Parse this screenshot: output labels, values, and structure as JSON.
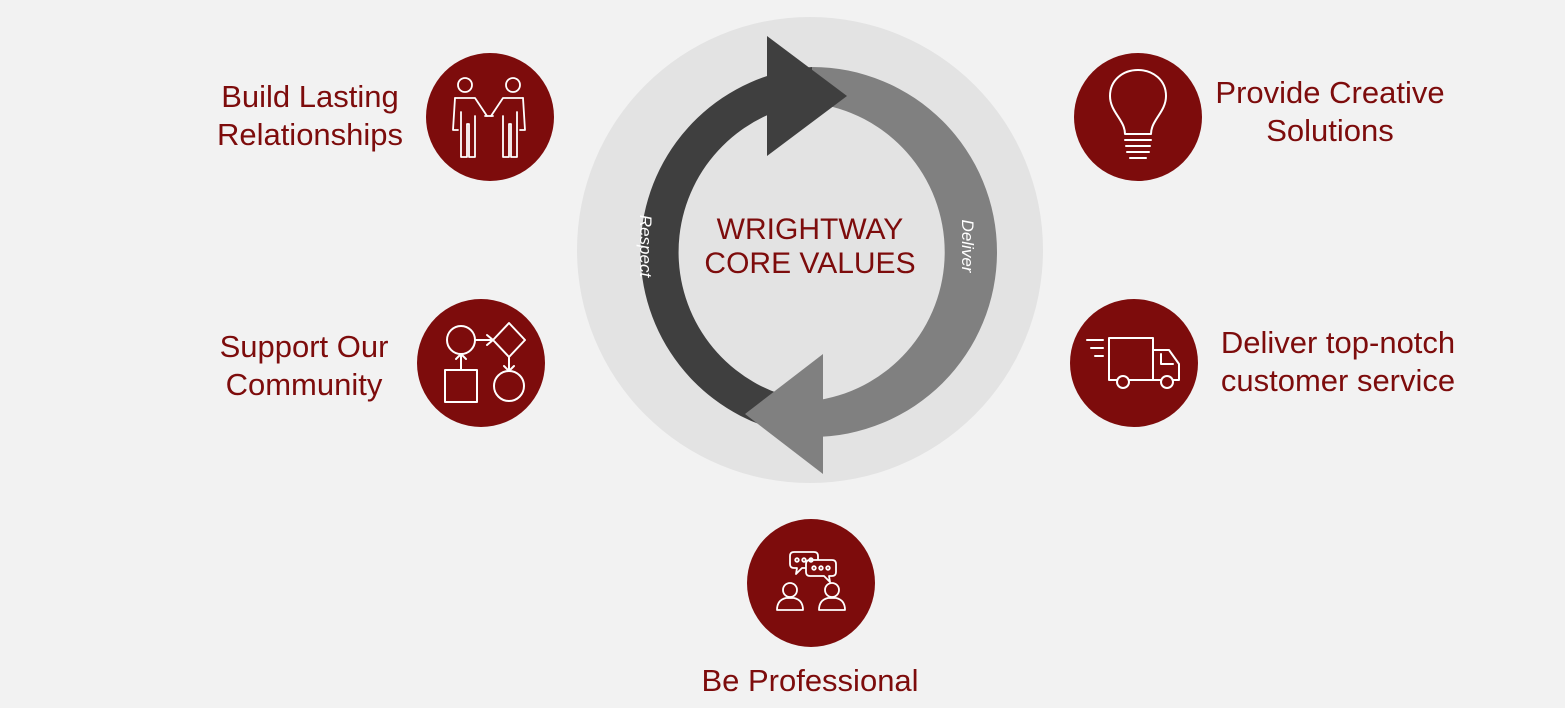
{
  "diagram": {
    "center": {
      "line1": "WRIGHTWAY",
      "line2": "CORE VALUES"
    },
    "arc_labels": {
      "left": "Respect",
      "right": "Deliver"
    },
    "values": {
      "build_relationships": {
        "line1": "Build Lasting",
        "line2": "Relationships",
        "icon": "handshake-icon"
      },
      "support_community": {
        "line1": "Support Our",
        "line2": "Community",
        "icon": "flowchart-icon"
      },
      "creative_solutions": {
        "line1": "Provide Creative",
        "line2": "Solutions",
        "icon": "lightbulb-icon"
      },
      "customer_service": {
        "line1": "Deliver top-notch",
        "line2": "customer service",
        "icon": "delivery-truck-icon"
      },
      "be_professional": {
        "line1": "Be Professional",
        "icon": "conversation-icon"
      }
    },
    "colors": {
      "background": "#f2f2f2",
      "accent": "#7d0c0c",
      "ring": "#e3e3e3",
      "arrow_dark": "#3f3f3f",
      "arrow_light": "#808080"
    }
  }
}
